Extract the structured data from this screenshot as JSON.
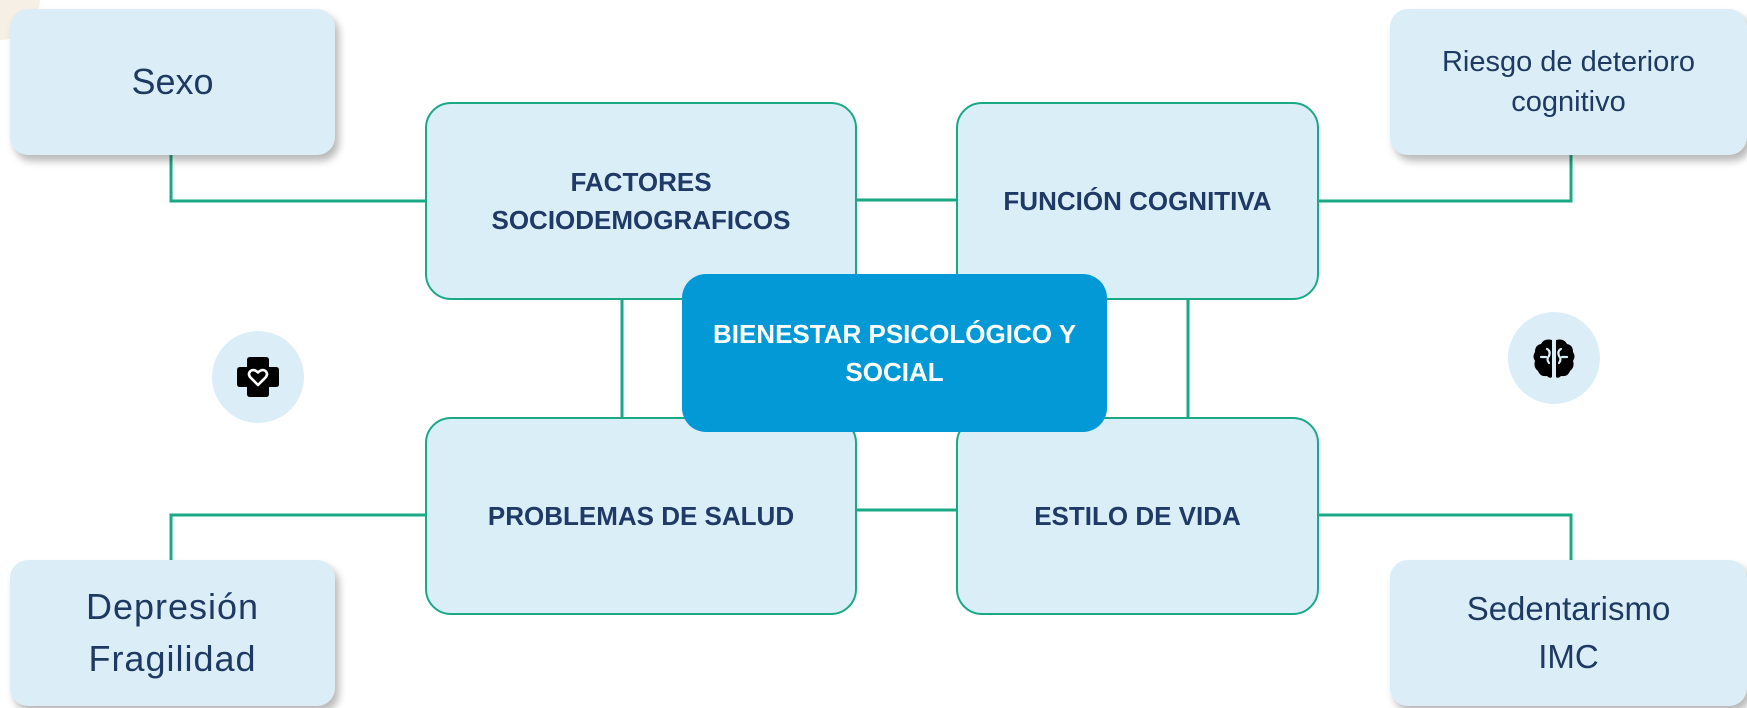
{
  "center": {
    "line1": "BIENESTAR PSICOLÓGICO Y",
    "line2": "SOCIAL"
  },
  "categories": {
    "sociodemographic": {
      "line1": "FACTORES",
      "line2": "SOCIODEMOGRAFICOS"
    },
    "cognitive": {
      "label": "FUNCIÓN COGNITIVA"
    },
    "health": {
      "label": "PROBLEMAS DE SALUD"
    },
    "lifestyle": {
      "label": "ESTILO DE VIDA"
    }
  },
  "factors": {
    "sex": {
      "label": "Sexo"
    },
    "cognitive_risk": {
      "line1": "Riesgo de deterioro",
      "line2": "cognitivo"
    },
    "health_issues": {
      "line1": "Depresión",
      "line2": "Fragilidad"
    },
    "lifestyle_factors": {
      "line1": "Sedentarismo",
      "line2": "IMC"
    }
  },
  "icons": {
    "left": "medical-cross-heart-icon",
    "right": "brain-icon"
  },
  "colors": {
    "connector": "#1aa985",
    "category_fill": "#daeef8",
    "leaf_fill": "#dbeef7",
    "center_fill": "#0399d6",
    "category_text": "#1f3a66"
  }
}
